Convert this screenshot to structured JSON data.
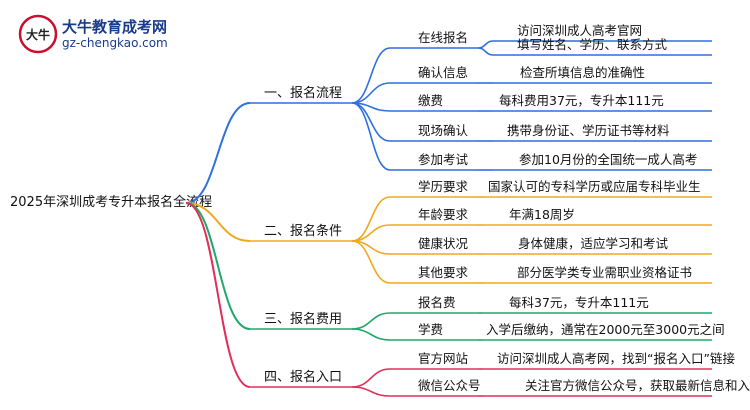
{
  "logo": {
    "name": "大牛教育成考网",
    "url": "gz-chengkao.com",
    "mark_text": "大牛"
  },
  "root": "2025年深圳成考专升本报名全流程",
  "branches": [
    {
      "label": "一、报名流程",
      "color": "#2f6fe0",
      "children": [
        {
          "label": "在线报名",
          "items": [
            "访问深圳成人高考官网",
            "填写姓名、学历、联系方式"
          ]
        },
        {
          "label": "确认信息",
          "items": [
            "检查所填信息的准确性"
          ]
        },
        {
          "label": "缴费",
          "items": [
            "每科费用37元，专升本111元"
          ]
        },
        {
          "label": "现场确认",
          "items": [
            "携带身份证、学历证书等材料"
          ]
        },
        {
          "label": "参加考试",
          "items": [
            "参加10月份的全国统一成人高考"
          ]
        }
      ]
    },
    {
      "label": "二、报名条件",
      "color": "#f0a81e",
      "children": [
        {
          "label": "学历要求",
          "items": [
            "国家认可的专科学历或应届专科毕业生"
          ]
        },
        {
          "label": "年龄要求",
          "items": [
            "年满18周岁"
          ]
        },
        {
          "label": "健康状况",
          "items": [
            "身体健康，适应学习和考试"
          ]
        },
        {
          "label": "其他要求",
          "items": [
            "部分医学类专业需职业资格证书"
          ]
        }
      ]
    },
    {
      "label": "三、报名费用",
      "color": "#1fa86a",
      "children": [
        {
          "label": "报名费",
          "items": [
            "每科37元，专升本111元"
          ]
        },
        {
          "label": "学费",
          "items": [
            "入学后缴纳，通常在2000元至3000元之间"
          ]
        }
      ]
    },
    {
      "label": "四、报名入口",
      "color": "#e0305a",
      "children": [
        {
          "label": "官方网站",
          "items": [
            "访问深圳成人高考网，找到“报名入口”链接"
          ]
        },
        {
          "label": "微信公众号",
          "items": [
            "关注官方微信公众号，获取最新信息和入口"
          ]
        }
      ]
    }
  ]
}
